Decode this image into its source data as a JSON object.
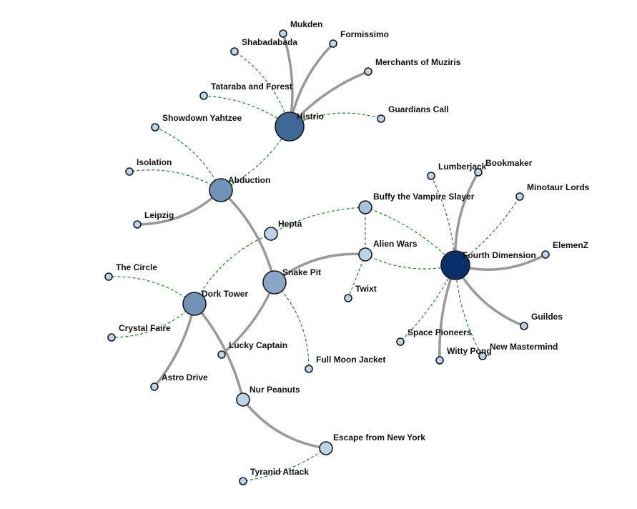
{
  "colors": {
    "solid_link": "#999999",
    "dashed_link": "#2e8b3a",
    "node_small": "#bcd3e8",
    "node_medium": "#a9c2db",
    "node_large": "#7293b8",
    "hub_histrio": "#3f6896",
    "hub_fourth": "#0b2f6b"
  },
  "nodes": [
    {
      "id": "histrio",
      "label": "Histrio",
      "size": "hub",
      "color": "#3f6896"
    },
    {
      "id": "mukden",
      "label": "Mukden",
      "size": "leaf",
      "color": "#bcd3e8"
    },
    {
      "id": "formissimo",
      "label": "Formissimo",
      "size": "leaf",
      "color": "#bcd3e8"
    },
    {
      "id": "shabadabada",
      "label": "Shabadabada",
      "size": "leaf",
      "color": "#bcd3e8"
    },
    {
      "id": "merchants",
      "label": "Merchants of Muziris",
      "size": "leaf",
      "color": "#bcd3e8"
    },
    {
      "id": "tataraba",
      "label": "Tataraba and Forest",
      "size": "leaf",
      "color": "#bcd3e8"
    },
    {
      "id": "guardians",
      "label": "Guardians Call",
      "size": "leaf",
      "color": "#bcd3e8"
    },
    {
      "id": "showdown",
      "label": "Showdown Yahtzee",
      "size": "leaf",
      "color": "#bcd3e8"
    },
    {
      "id": "abduction",
      "label": "Abduction",
      "size": "large",
      "color": "#7293b8"
    },
    {
      "id": "isolation",
      "label": "Isolation",
      "size": "leaf",
      "color": "#bcd3e8"
    },
    {
      "id": "leipzig",
      "label": "Leipzig",
      "size": "leaf",
      "color": "#bcd3e8"
    },
    {
      "id": "hepta",
      "label": "Hepta",
      "size": "mid",
      "color": "#bcd3e8"
    },
    {
      "id": "buffy",
      "label": "Buffy the Vampire Slayer",
      "size": "mid",
      "color": "#a9c2db"
    },
    {
      "id": "alienwars",
      "label": "Alien Wars",
      "size": "mid",
      "color": "#bcd3e8"
    },
    {
      "id": "twixt",
      "label": "Twixt",
      "size": "leaf",
      "color": "#bcd3e8"
    },
    {
      "id": "snakepit",
      "label": "Snake Pit",
      "size": "large",
      "color": "#8aa6c7"
    },
    {
      "id": "dorktower",
      "label": "Dork Tower",
      "size": "large",
      "color": "#7293b8"
    },
    {
      "id": "thecircle",
      "label": "The Circle",
      "size": "leaf",
      "color": "#bcd3e8"
    },
    {
      "id": "crystalfaire",
      "label": "Crystal Faire",
      "size": "leaf",
      "color": "#bcd3e8"
    },
    {
      "id": "astrodrive",
      "label": "Astro Drive",
      "size": "leaf",
      "color": "#bcd3e8"
    },
    {
      "id": "luckycaptain",
      "label": "Lucky Captain",
      "size": "leaf",
      "color": "#bcd3e8"
    },
    {
      "id": "fullmoon",
      "label": "Full Moon Jacket",
      "size": "leaf",
      "color": "#bcd3e8"
    },
    {
      "id": "nurpeanuts",
      "label": "Nur Peanuts",
      "size": "mid",
      "color": "#bcd3e8"
    },
    {
      "id": "escape",
      "label": "Escape from New York",
      "size": "mid",
      "color": "#bcd3e8"
    },
    {
      "id": "tyranid",
      "label": "Tyranid Attack",
      "size": "leaf",
      "color": "#bcd3e8"
    },
    {
      "id": "fourth",
      "label": "Fourth Dimension",
      "size": "hub",
      "color": "#0b2f6b"
    },
    {
      "id": "lumberjack",
      "label": "Lumberjack",
      "size": "leaf",
      "color": "#bcd3e8"
    },
    {
      "id": "bookmaker",
      "label": "Bookmaker",
      "size": "leaf",
      "color": "#bcd3e8"
    },
    {
      "id": "minotaur",
      "label": "Minotaur Lords",
      "size": "leaf",
      "color": "#bcd3e8"
    },
    {
      "id": "elemenz",
      "label": "ElemenZ",
      "size": "leaf",
      "color": "#bcd3e8"
    },
    {
      "id": "guildes",
      "label": "Guildes",
      "size": "leaf",
      "color": "#bcd3e8"
    },
    {
      "id": "spacepioneers",
      "label": "Space Pioneers",
      "size": "leaf",
      "color": "#bcd3e8"
    },
    {
      "id": "wittypong",
      "label": "Witty Pong",
      "size": "leaf",
      "color": "#bcd3e8"
    },
    {
      "id": "newmastermind",
      "label": "New Mastermind",
      "size": "leaf",
      "color": "#bcd3e8"
    }
  ],
  "links": [
    {
      "source": "histrio",
      "target": "mukden",
      "type": "solid"
    },
    {
      "source": "histrio",
      "target": "formissimo",
      "type": "solid"
    },
    {
      "source": "histrio",
      "target": "merchants",
      "type": "solid"
    },
    {
      "source": "histrio",
      "target": "shabadabada",
      "type": "dashed"
    },
    {
      "source": "histrio",
      "target": "tataraba",
      "type": "dashed"
    },
    {
      "source": "histrio",
      "target": "guardians",
      "type": "dashed"
    },
    {
      "source": "histrio",
      "target": "abduction",
      "type": "dashed"
    },
    {
      "source": "abduction",
      "target": "showdown",
      "type": "dashed"
    },
    {
      "source": "abduction",
      "target": "isolation",
      "type": "dashed"
    },
    {
      "source": "abduction",
      "target": "leipzig",
      "type": "solid"
    },
    {
      "source": "abduction",
      "target": "snakepit",
      "type": "solid"
    },
    {
      "source": "hepta",
      "target": "buffy",
      "type": "dashed"
    },
    {
      "source": "hepta",
      "target": "dorktower",
      "type": "dashed"
    },
    {
      "source": "snakepit",
      "target": "alienwars",
      "type": "solid"
    },
    {
      "source": "snakepit",
      "target": "luckycaptain",
      "type": "solid"
    },
    {
      "source": "snakepit",
      "target": "fullmoon",
      "type": "dashed"
    },
    {
      "source": "alienwars",
      "target": "twixt",
      "type": "dashed"
    },
    {
      "source": "alienwars",
      "target": "fourth",
      "type": "dashed"
    },
    {
      "source": "buffy",
      "target": "fourth",
      "type": "dashed"
    },
    {
      "source": "buffy",
      "target": "alienwars",
      "type": "dashed"
    },
    {
      "source": "dorktower",
      "target": "thecircle",
      "type": "dashed"
    },
    {
      "source": "dorktower",
      "target": "crystalfaire",
      "type": "dashed"
    },
    {
      "source": "dorktower",
      "target": "astrodrive",
      "type": "solid"
    },
    {
      "source": "dorktower",
      "target": "nurpeanuts",
      "type": "solid"
    },
    {
      "source": "nurpeanuts",
      "target": "escape",
      "type": "solid"
    },
    {
      "source": "escape",
      "target": "tyranid",
      "type": "dashed"
    },
    {
      "source": "fourth",
      "target": "bookmaker",
      "type": "solid"
    },
    {
      "source": "fourth",
      "target": "lumberjack",
      "type": "dashed"
    },
    {
      "source": "fourth",
      "target": "minotaur",
      "type": "dashed"
    },
    {
      "source": "fourth",
      "target": "elemenz",
      "type": "solid"
    },
    {
      "source": "fourth",
      "target": "guildes",
      "type": "solid"
    },
    {
      "source": "fourth",
      "target": "spacepioneers",
      "type": "dashed"
    },
    {
      "source": "fourth",
      "target": "wittypong",
      "type": "solid"
    },
    {
      "source": "fourth",
      "target": "newmastermind",
      "type": "dashed"
    }
  ]
}
